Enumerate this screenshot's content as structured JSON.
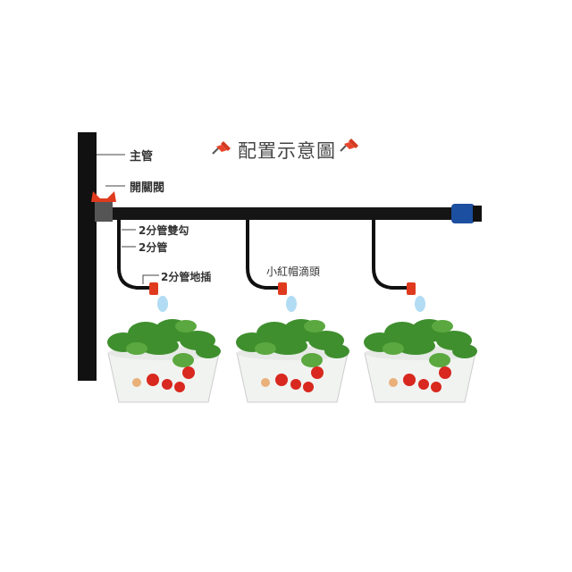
{
  "title": "配置示意圖",
  "labels": {
    "main_pipe": "主管",
    "valve": "開關閥",
    "double_hook": "2分管雙勾",
    "pipe_2": "2分管",
    "ground_stake": "2分管地插",
    "red_cap_dripper": "小紅帽滴頭"
  },
  "colors": {
    "pipe": "#111111",
    "valve": "#e03a1e",
    "connector": "#1d4fa0",
    "pin": "#e8452c"
  }
}
